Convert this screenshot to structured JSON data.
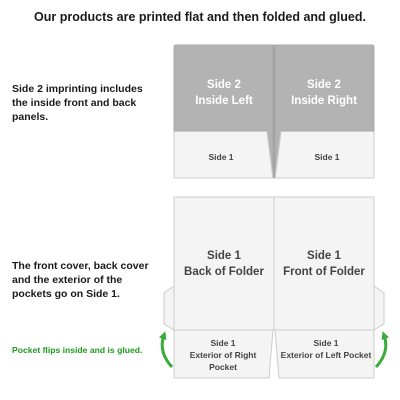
{
  "title": "Our products are printed flat and then folded and glued.",
  "notes": {
    "side2": "Side 2 imprinting includes the inside front and back panels.",
    "side1": "The front cover, back cover and the exterior of the pockets go on Side 1.",
    "pocket": "Pocket flips inside and is glued."
  },
  "side2_panels": {
    "left_side": "Side 2",
    "left_name": "Inside Left",
    "right_side": "Side 2",
    "right_name": "Inside Right",
    "left_pocket": "Side 1",
    "right_pocket": "Side 1"
  },
  "side1_panels": {
    "left_side": "Side 1",
    "left_name": "Back of Folder",
    "right_side": "Side 1",
    "right_name": "Front of Folder",
    "left_pocket_side": "Side 1",
    "left_pocket_name": "Exterior of Right Pocket",
    "right_pocket_side": "Side 1",
    "right_pocket_name": "Exterior of Left Pocket"
  },
  "colors": {
    "side2_fill": "#b3b3b3",
    "panel_fill": "#f4f4f4",
    "border": "#cccccc",
    "arrow": "#3aaa3a",
    "accent_text": "#1f9a1f"
  },
  "icons": [
    "curved-arrow-left-icon",
    "curved-arrow-right-icon"
  ]
}
